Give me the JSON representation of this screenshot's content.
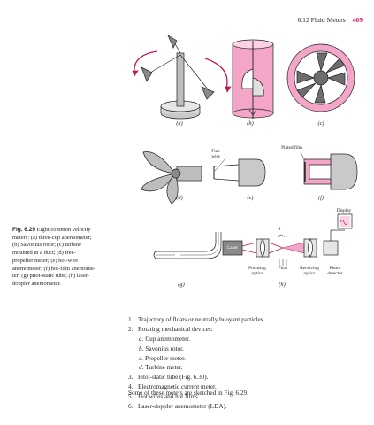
{
  "header": {
    "section": "6.12 Fluid Meters",
    "page_number": "409"
  },
  "panels": {
    "a": "(a)",
    "b": "(b)",
    "c": "(c)",
    "d": "(d)",
    "e": "(e)",
    "f": "(f)",
    "g": "(g)",
    "h": "(h)"
  },
  "annotations": {
    "fine_wire_line1": "Fine",
    "fine_wire_line2": "wire",
    "plated_film": "Plated film",
    "display": "Display",
    "laser": "Laser",
    "theta": "θ",
    "focusing_line1": "Focusing",
    "focusing_line2": "optics",
    "flow": "Flow",
    "receiving_line1": "Receiving",
    "receiving_line2": "optics",
    "photo_line1": "Photo",
    "photo_line2": "detector"
  },
  "caption": {
    "label": "Fig. 6.29",
    "lines": [
      " Eight common velocity",
      "meters: (a) three-cup anemometer;",
      "(b) Savonius rotor; (c) turbine",
      "mounted in a duct; (d) free-",
      "propeller meter; (e) hot-wire",
      "anemometer; (f) hot-film anemome-",
      "ter; (g) pitot-static tube; (h) laser-",
      "doppler anemometer."
    ]
  },
  "list": [
    {
      "marker": "1.",
      "text": "Trajectory of floats or neutrally buoyant particles."
    },
    {
      "marker": "2.",
      "text": "Rotating mechanical devices:"
    },
    {
      "marker": "a.",
      "text": "Cup anemometer."
    },
    {
      "marker": "b.",
      "text": "Savonius rotor."
    },
    {
      "marker": "c.",
      "text": "Propeller meter."
    },
    {
      "marker": "d.",
      "text": "Turbine meter."
    },
    {
      "marker": "3.",
      "text": "Pitot-static tube (Fig. 6.30)."
    },
    {
      "marker": "4.",
      "text": "Electromagnetic current meter."
    },
    {
      "marker": "5.",
      "text": "Hot wires and hot films."
    },
    {
      "marker": "6.",
      "text": "Laser-doppler anemometer (LDA)."
    }
  ],
  "closing": "Some of these meters are sketched in Fig. 6.29.",
  "colors": {
    "accent": "#c2185b",
    "pink_fill": "#f4a6c8",
    "grey_fill": "#bdbdbd",
    "dark_grey": "#6d6d6d"
  }
}
